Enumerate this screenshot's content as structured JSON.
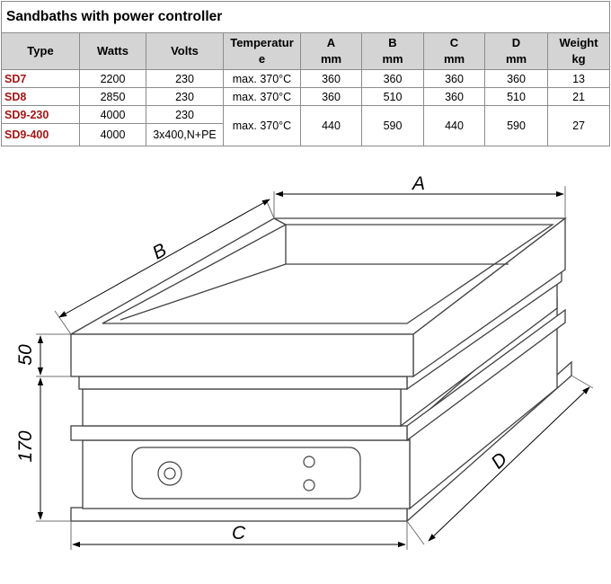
{
  "title": "Sandbaths with power controller",
  "headers": {
    "type": "Type",
    "watts": "Watts",
    "volts": "Volts",
    "temp_line1": "Temperatur",
    "temp_line2": "e",
    "a_line1": "A",
    "a_line2": "mm",
    "b_line1": "B",
    "b_line2": "mm",
    "c_line1": "C",
    "c_line2": "mm",
    "d_line1": "D",
    "d_line2": "mm",
    "weight_line1": "Weight",
    "weight_line2": "kg"
  },
  "rows": [
    {
      "type": "SD7",
      "watts": "2200",
      "volts": "230",
      "temp": "max. 370°C",
      "a": "360",
      "b": "360",
      "c": "360",
      "d": "360",
      "weight": "13"
    },
    {
      "type": "SD8",
      "watts": "2850",
      "volts": "230",
      "temp": "max. 370°C",
      "a": "360",
      "b": "510",
      "c": "360",
      "d": "510",
      "weight": "21"
    },
    {
      "type": "SD9-230",
      "watts": "4000",
      "volts": "230"
    },
    {
      "type": "SD9-400",
      "watts": "4000",
      "volts": "3x400,N+PE"
    }
  ],
  "sd9_shared": {
    "temp": "max. 370°C",
    "a": "440",
    "b": "590",
    "c": "440",
    "d": "590",
    "weight": "27"
  },
  "drawing": {
    "dim_a": "A",
    "dim_b": "B",
    "dim_c": "C",
    "dim_d": "D",
    "dim_top_height": "50",
    "dim_bottom_height": "170"
  },
  "colors": {
    "header_bg": "#d4d4d4",
    "type_text": "#a31515",
    "grid": "#8c8c8c",
    "drawing_stroke": "#404040"
  }
}
